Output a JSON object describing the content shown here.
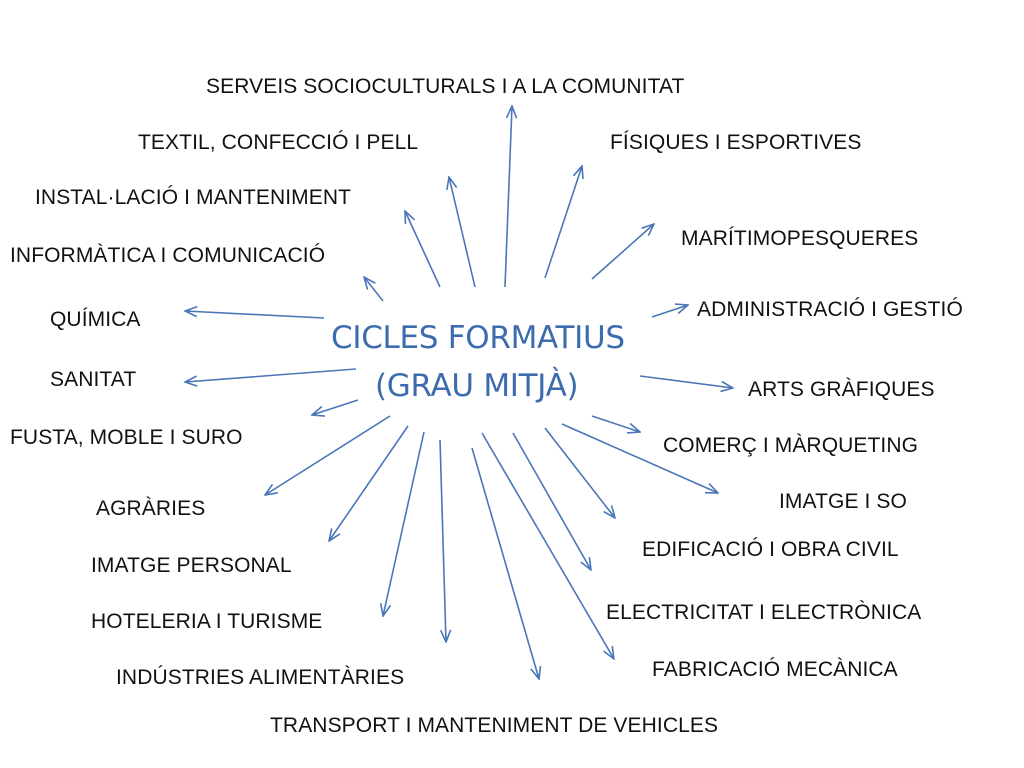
{
  "colors": {
    "arrow": "#4a76b8",
    "title": "#3d6cae",
    "text": "#111111"
  },
  "center": {
    "line1": "CICLES FORMATIUS",
    "line2": "(GRAU MITJÀ)"
  },
  "families": [
    "SERVEIS SOCIOCULTURALS I  A LA COMUNITAT",
    "TEXTIL, CONFECCIÓ I PELL",
    "FÍSIQUES I ESPORTIVES",
    "INSTAL·LACIÓ I MANTENIMENT",
    "MARÍTIMOPESQUERES",
    "INFORMÀTICA I COMUNICACIÓ",
    "ADMINISTRACIÓ I GESTIÓ",
    "QUÍMICA",
    "SANITAT",
    "ARTS GRÀFIQUES",
    "FUSTA, MOBLE I SURO",
    "COMERÇ I MÀRQUETING",
    "IMATGE I SO",
    "AGRÀRIES",
    "EDIFICACIÓ I OBRA CIVIL",
    "IMATGE PERSONAL",
    "ELECTRICITAT I ELECTRÒNICA",
    "HOTELERIA I TURISME",
    "FABRICACIÓ MECÀNICA",
    "INDÚSTRIES ALIMENTÀRIES",
    "TRANSPORT I MANTENIMENT DE VEHICLES"
  ]
}
